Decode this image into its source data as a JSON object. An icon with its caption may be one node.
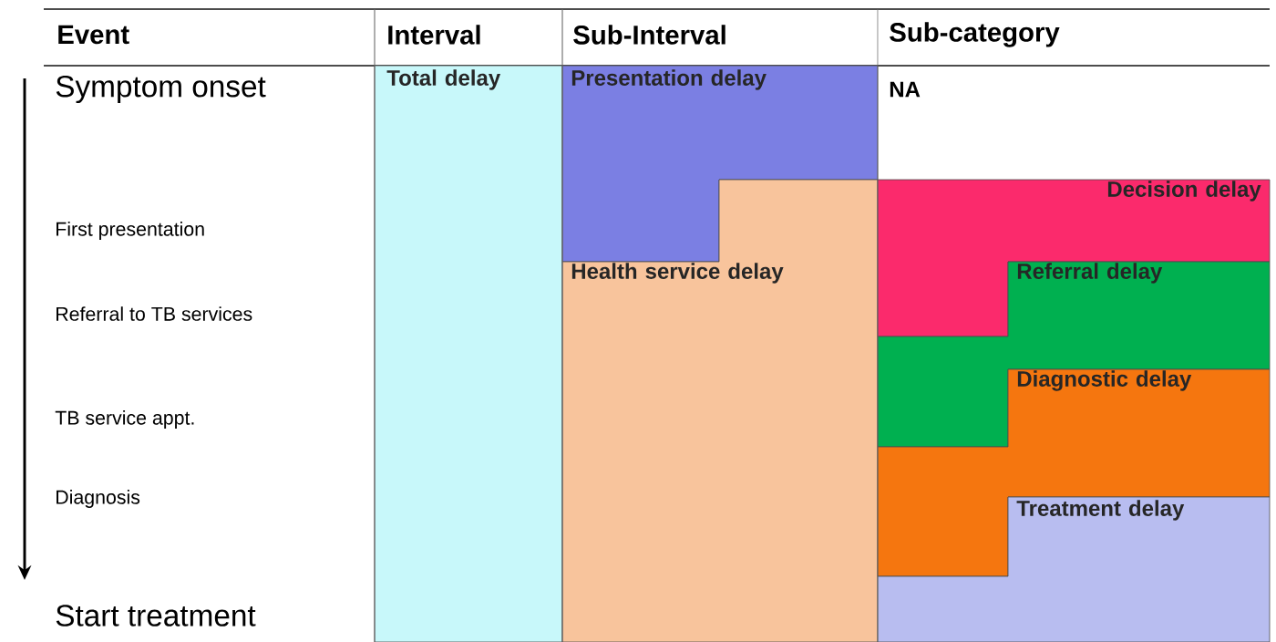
{
  "diagram": {
    "nodes": [
      {
        "text": [
          "Total delay"
        ]
      },
      {
        "text": [
          "Presentation delay"
        ]
      },
      {
        "text": [
          "Health service delay"
        ]
      },
      {
        "text": [
          "Decision delay"
        ]
      },
      {
        "text": [
          "Referral delay"
        ]
      },
      {
        "text": [
          "Diagnostic delay"
        ]
      },
      {
        "text": [
          "Treatment delay"
        ]
      }
    ],
    "labels": [
      "Event",
      "Interval",
      "Sub-Interval",
      "Sub-category",
      "Symptom onset",
      "NA",
      "First presentation",
      "Referral to TB services",
      "TB service appt.",
      "Diagnosis",
      "Start treatment"
    ]
  }
}
